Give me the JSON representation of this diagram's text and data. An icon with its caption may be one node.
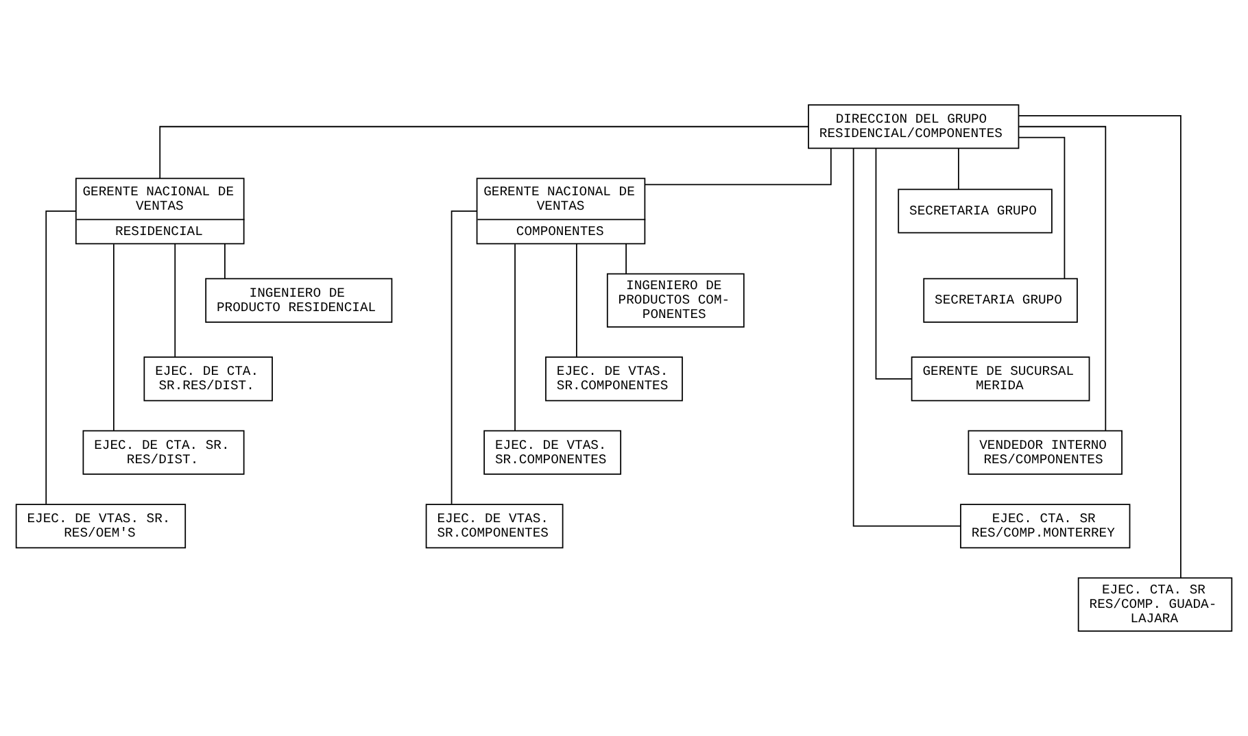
{
  "diagram": {
    "nodes": [
      {
        "text": [
          "DIRECCION DEL GRUPO RESIDENCIAL/COMPONENTES"
        ]
      },
      {
        "text": [
          "SECRETARIA GRUPO"
        ]
      },
      {
        "text": [
          "SECRETARIA GRUPO"
        ]
      },
      {
        "text": [
          "GERENTE NACIONAL DE VENTAS",
          "RESIDENCIAL"
        ]
      },
      {
        "text": [
          "GERENTE NACIONAL DE VENTAS",
          "COMPONENTES"
        ]
      },
      {
        "text": [
          "GERENTE DE SUCURSAL MERIDA"
        ]
      },
      {
        "text": [
          "VENDEDOR INTERNO RES/COMPONENTES"
        ]
      },
      {
        "text": [
          "EJEC. CTA. SR RES/COMP.MONTERREY"
        ]
      },
      {
        "text": [
          "EJEC. CTA. SR RES/COMP. GUADA- LAJARA"
        ]
      },
      {
        "text": [
          "INGENIERO DE PRODUCTO RESIDENCIAL"
        ]
      },
      {
        "text": [
          "EJEC. DE CTA. SR.RES/DIST."
        ]
      },
      {
        "text": [
          "EJEC. DE CTA. SR. RES/DIST."
        ]
      },
      {
        "text": [
          "EJEC. DE VTAS. SR. RES/OEM'S"
        ]
      },
      {
        "text": [
          "INGENIERO DE PRODUCTOS COM- PONENTES"
        ]
      },
      {
        "text": [
          "EJEC. DE VTAS. SR.COMPONENTES"
        ]
      },
      {
        "text": [
          "EJEC. DE VTAS. SR.COMPONENTES"
        ]
      },
      {
        "text": [
          "EJEC. DE VTAS. SR.COMPONENTES"
        ]
      }
    ],
    "edges": [
      {
        "from": 0,
        "to": 1,
        "arrow": "none"
      },
      {
        "from": 0,
        "to": 2,
        "arrow": "none"
      },
      {
        "from": 0,
        "to": 3,
        "arrow": "none"
      },
      {
        "from": 0,
        "to": 4,
        "arrow": "none"
      },
      {
        "from": 0,
        "to": 5,
        "arrow": "none"
      },
      {
        "from": 0,
        "to": 6,
        "arrow": "none"
      },
      {
        "from": 0,
        "to": 7,
        "arrow": "none"
      },
      {
        "from": 0,
        "to": 8,
        "arrow": "none"
      },
      {
        "from": 3,
        "to": 9,
        "arrow": "none"
      },
      {
        "from": 3,
        "to": 10,
        "arrow": "none"
      },
      {
        "from": 3,
        "to": 11,
        "arrow": "none"
      },
      {
        "from": 3,
        "to": 12,
        "arrow": "none"
      },
      {
        "from": 4,
        "to": 13,
        "arrow": "none"
      },
      {
        "from": 4,
        "to": 14,
        "arrow": "none"
      },
      {
        "from": 4,
        "to": 15,
        "arrow": "none"
      },
      {
        "from": 4,
        "to": 16,
        "arrow": "none"
      }
    ]
  }
}
